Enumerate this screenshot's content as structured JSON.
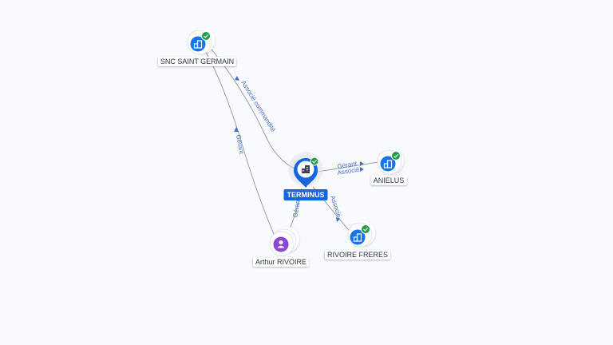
{
  "colors": {
    "company_blue": "#1a73e8",
    "person_purple": "#8a44d6",
    "verified_green": "#1e9e4a",
    "edge_gray": "#9aa0ab",
    "label_blue": "#4a6bd6",
    "central_blue": "#1565e0"
  },
  "nodes": {
    "terminus": {
      "label": "TERMINUS",
      "type": "company",
      "verified": true,
      "central": true,
      "icon": "building-icon"
    },
    "snc": {
      "label": "SNC SAINT GERMAIN",
      "type": "company",
      "verified": true,
      "icon": "building-icon"
    },
    "anielus": {
      "label": "ANIELUS",
      "type": "company",
      "verified": true,
      "icon": "building-icon"
    },
    "rivoire_freres": {
      "label": "RIVOIRE FRERES",
      "type": "company",
      "verified": true,
      "icon": "building-icon"
    },
    "arthur": {
      "label": "Arthur RIVOIRE",
      "type": "person",
      "verified": false,
      "icon": "person-icon"
    }
  },
  "edges": {
    "snc_terminus": {
      "label": "Associé commandité"
    },
    "snc_arthur": {
      "label": "Gérant"
    },
    "terminus_anielus_1": {
      "label": "Gérant"
    },
    "terminus_anielus_2": {
      "label": "Associé"
    },
    "terminus_arthur": {
      "label": "Gérant"
    },
    "terminus_rivoire": {
      "label": "Associé"
    }
  }
}
